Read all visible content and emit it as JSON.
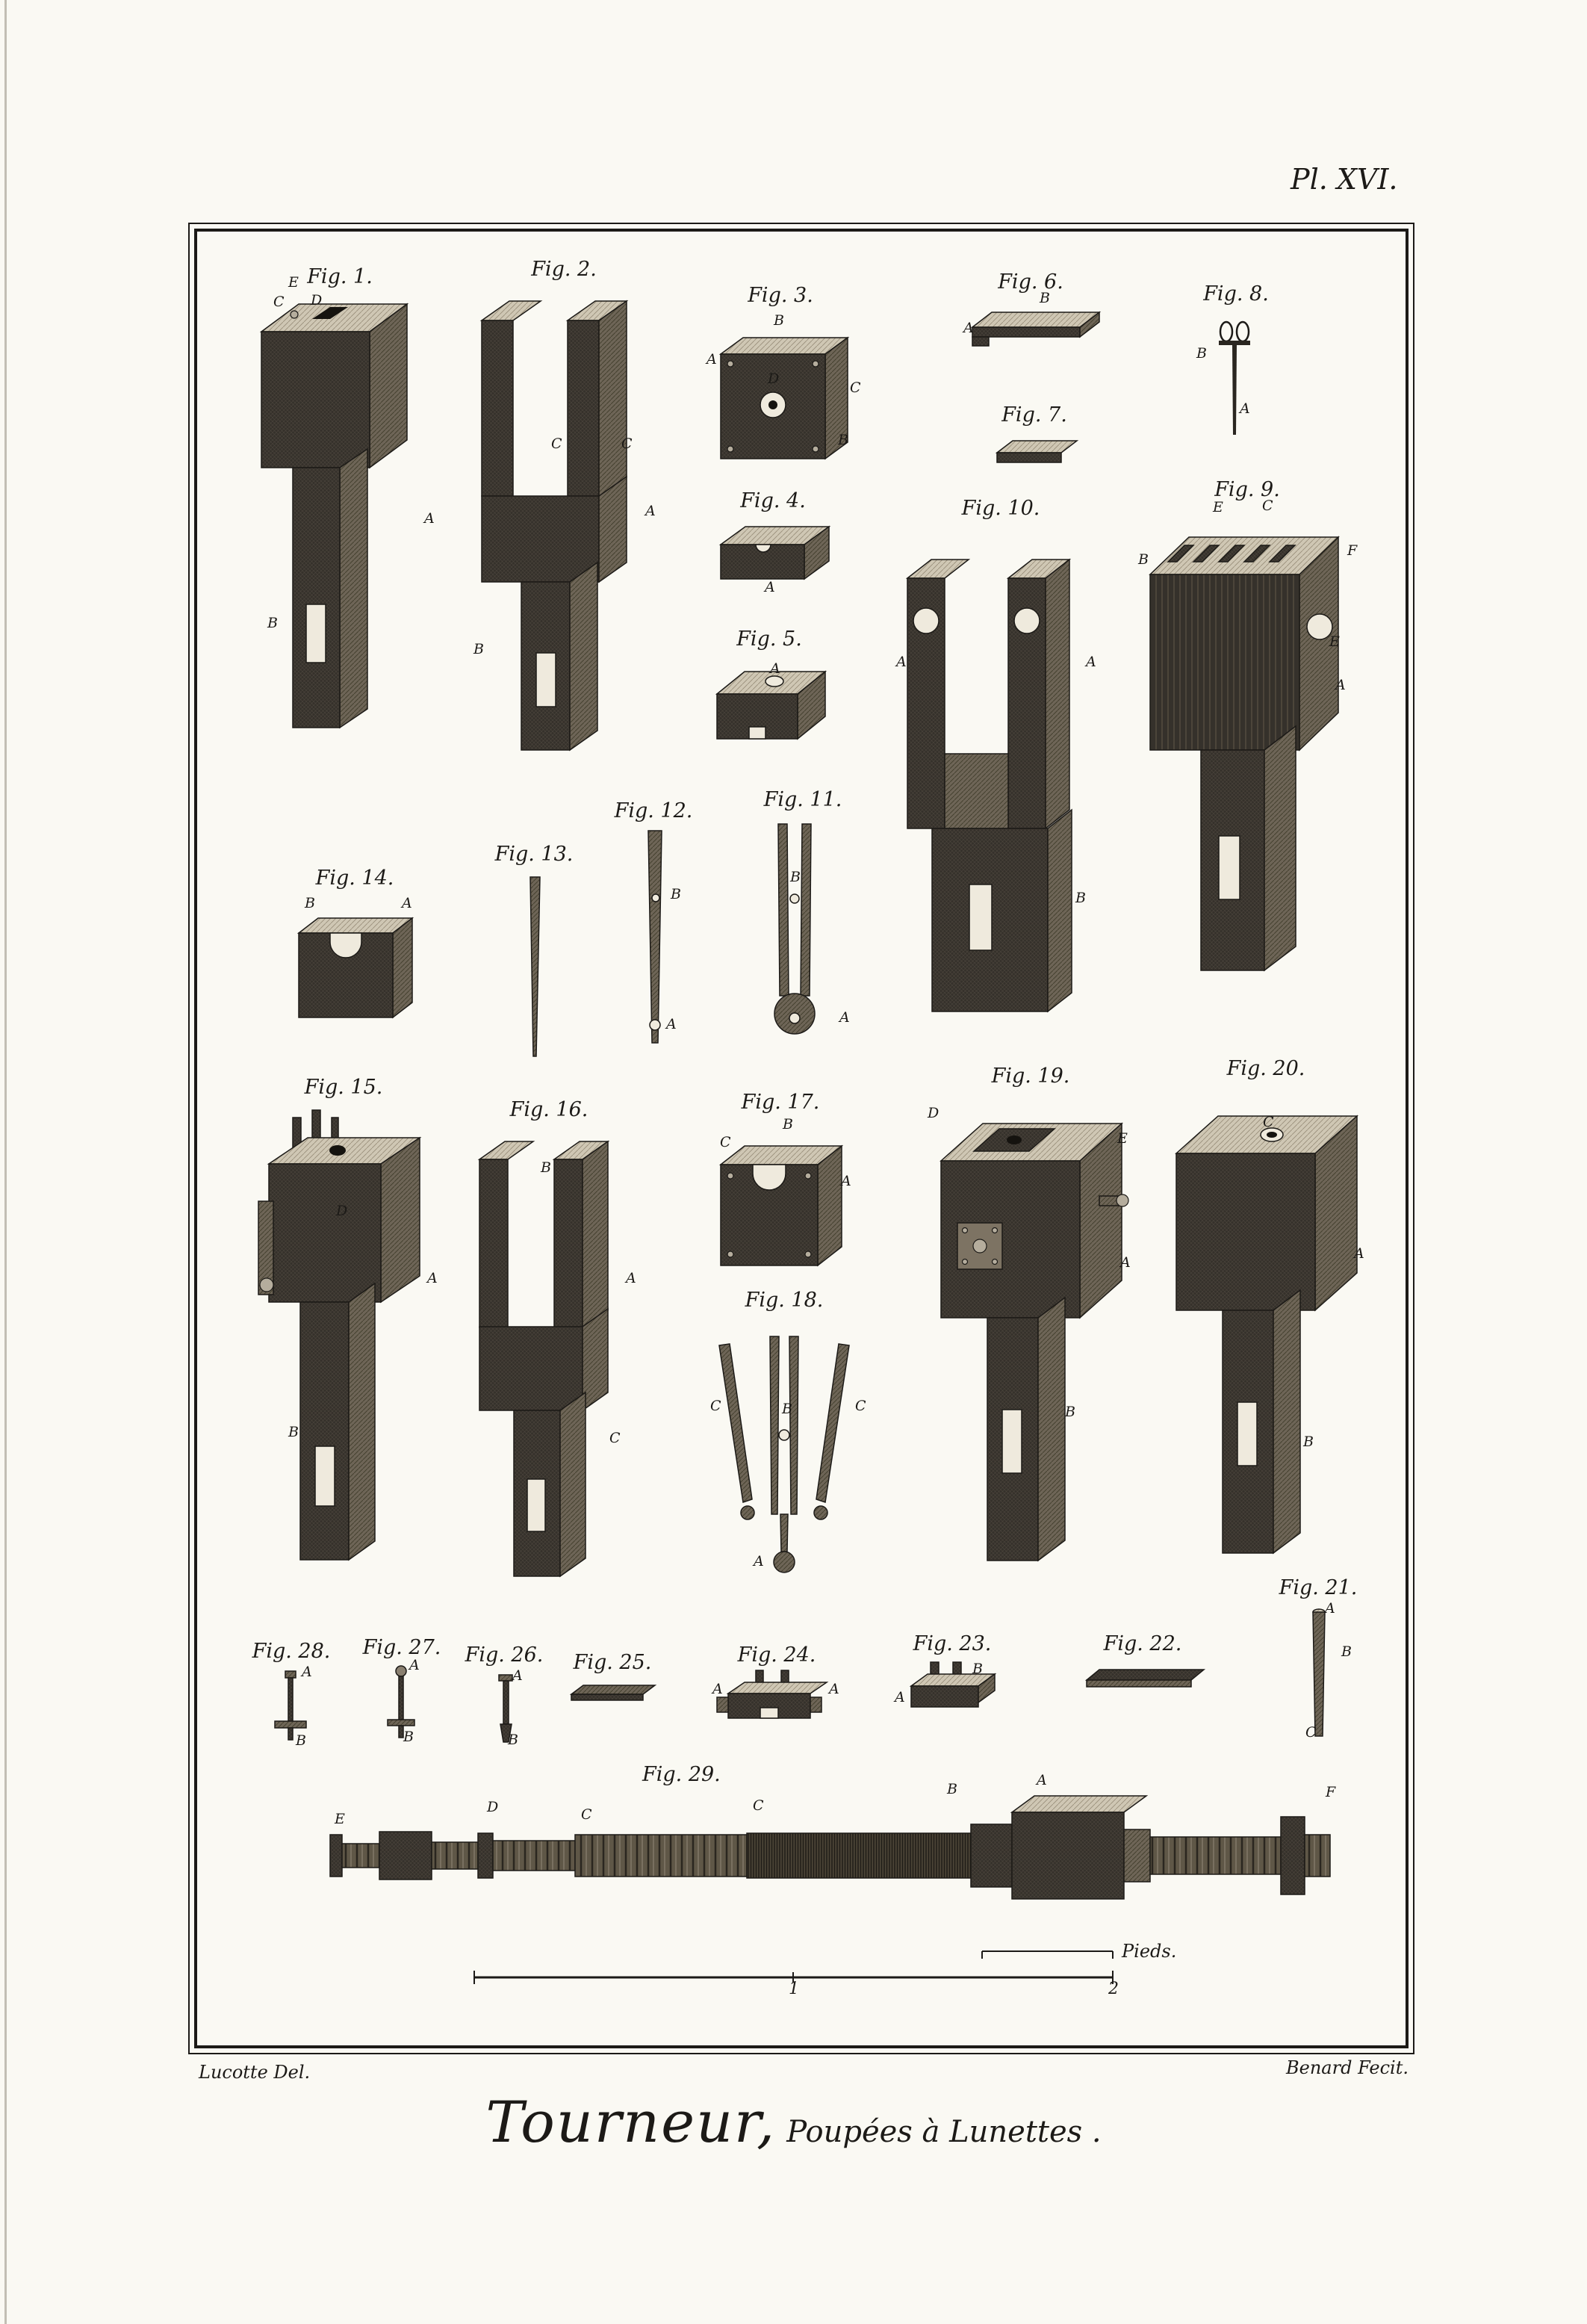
{
  "plate": {
    "number": "Pl. XVI.",
    "credit_left": "Lucotte Del.",
    "credit_right": "Benard Fecit.",
    "title_main": "Tourneur,",
    "title_sub": "Poupées à Lunettes .",
    "scale": {
      "label": "Pieds.",
      "tick1": "1",
      "tick2": "2"
    }
  },
  "figures": [
    {
      "label": "Fig. 1.",
      "letters": [
        "E",
        "C",
        "D",
        "A",
        "B"
      ]
    },
    {
      "label": "Fig. 2.",
      "letters": [
        "C",
        "C",
        "A",
        "B"
      ]
    },
    {
      "label": "Fig. 3.",
      "letters": [
        "B",
        "A",
        "D",
        "C",
        "B"
      ]
    },
    {
      "label": "Fig. 4.",
      "letters": [
        "A"
      ]
    },
    {
      "label": "Fig. 5.",
      "letters": [
        "A"
      ]
    },
    {
      "label": "Fig. 6.",
      "letters": [
        "B",
        "A"
      ]
    },
    {
      "label": "Fig. 7.",
      "letters": []
    },
    {
      "label": "Fig. 8.",
      "letters": [
        "B",
        "A"
      ]
    },
    {
      "label": "Fig. 9.",
      "letters": [
        "E",
        "C",
        "B",
        "F",
        "E",
        "A"
      ]
    },
    {
      "label": "Fig. 10.",
      "letters": [
        "A",
        "A",
        "B"
      ]
    },
    {
      "label": "Fig. 11.",
      "letters": [
        "B",
        "A"
      ]
    },
    {
      "label": "Fig. 12.",
      "letters": [
        "B",
        "A"
      ]
    },
    {
      "label": "Fig. 13.",
      "letters": []
    },
    {
      "label": "Fig. 14.",
      "letters": [
        "B",
        "A"
      ]
    },
    {
      "label": "Fig. 15.",
      "letters": [
        "D",
        "A",
        "B"
      ]
    },
    {
      "label": "Fig. 16.",
      "letters": [
        "B",
        "A",
        "C"
      ]
    },
    {
      "label": "Fig. 17.",
      "letters": [
        "C",
        "B",
        "A"
      ]
    },
    {
      "label": "Fig. 18.",
      "letters": [
        "C",
        "B",
        "C",
        "A"
      ]
    },
    {
      "label": "Fig. 19.",
      "letters": [
        "D",
        "E",
        "A",
        "B"
      ]
    },
    {
      "label": "Fig. 20.",
      "letters": [
        "C",
        "A",
        "B"
      ]
    },
    {
      "label": "Fig. 21.",
      "letters": [
        "A",
        "B",
        "C"
      ]
    },
    {
      "label": "Fig. 22.",
      "letters": []
    },
    {
      "label": "Fig. 23.",
      "letters": [
        "A",
        "B"
      ]
    },
    {
      "label": "Fig. 24.",
      "letters": [
        "A",
        "A"
      ]
    },
    {
      "label": "Fig. 25.",
      "letters": []
    },
    {
      "label": "Fig. 26.",
      "letters": [
        "A",
        "B"
      ]
    },
    {
      "label": "Fig. 27.",
      "letters": [
        "A",
        "B"
      ]
    },
    {
      "label": "Fig. 28.",
      "letters": [
        "A",
        "B"
      ]
    },
    {
      "label": "Fig. 29.",
      "letters": [
        "E",
        "D",
        "C",
        "C",
        "B",
        "A",
        "F"
      ]
    }
  ]
}
